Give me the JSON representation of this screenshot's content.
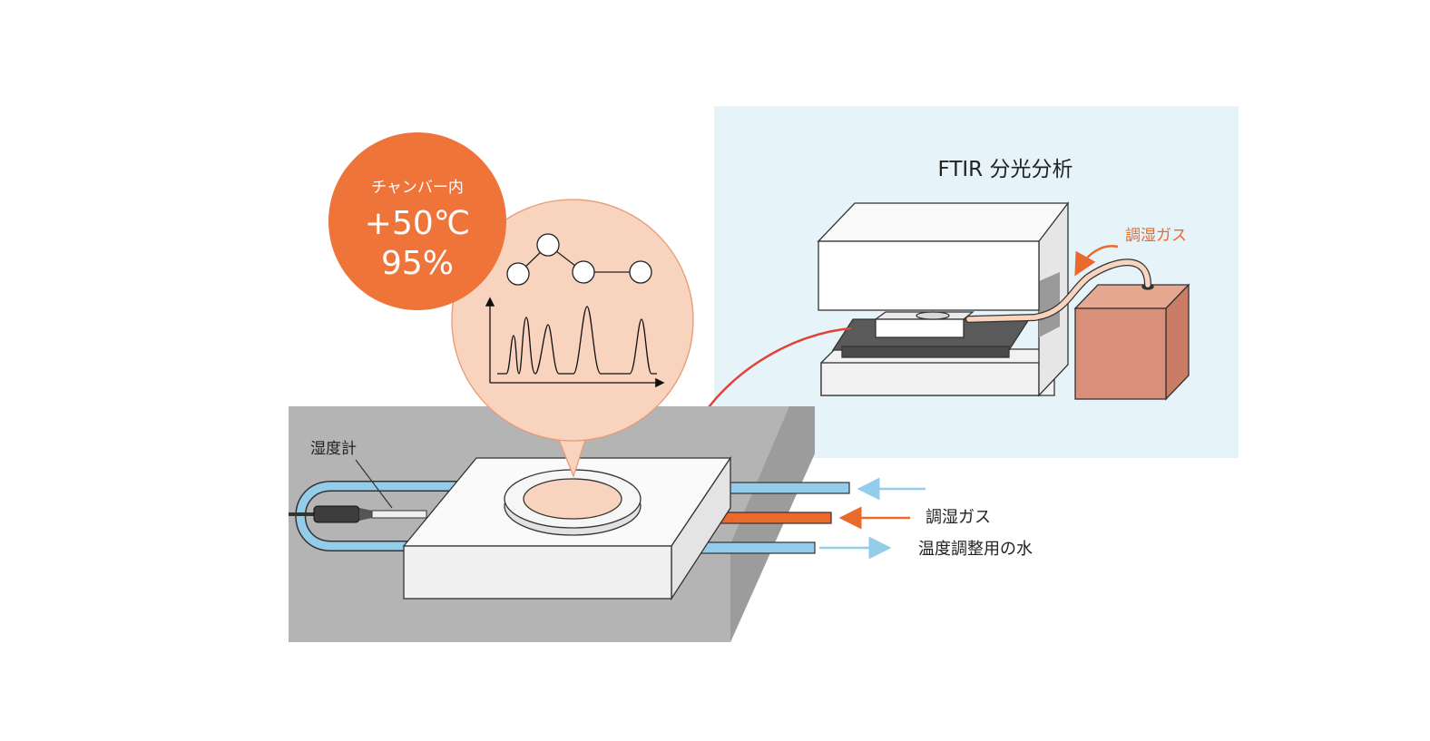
{
  "ftir": {
    "title": "FTIR 分光分析",
    "gas_label": "調湿ガス"
  },
  "chamber": {
    "label": "チャンバー内",
    "temperature": "+50℃",
    "humidity": "95%"
  },
  "sensor": {
    "label": "湿度計"
  },
  "inlets": {
    "gas_label": "調湿ガス",
    "water_label": "温度調整用の水"
  },
  "colors": {
    "panel_bg": "#e6f3f8",
    "table_gray": "#b3b4b3",
    "bubble_orange": "#ee7439",
    "bubble_peach": "#f8d3bd",
    "water_blue": "#93cdea",
    "gas_orange": "#ea6a2c",
    "red_arrow": "#e04138",
    "humidifier": "#d8907a"
  }
}
